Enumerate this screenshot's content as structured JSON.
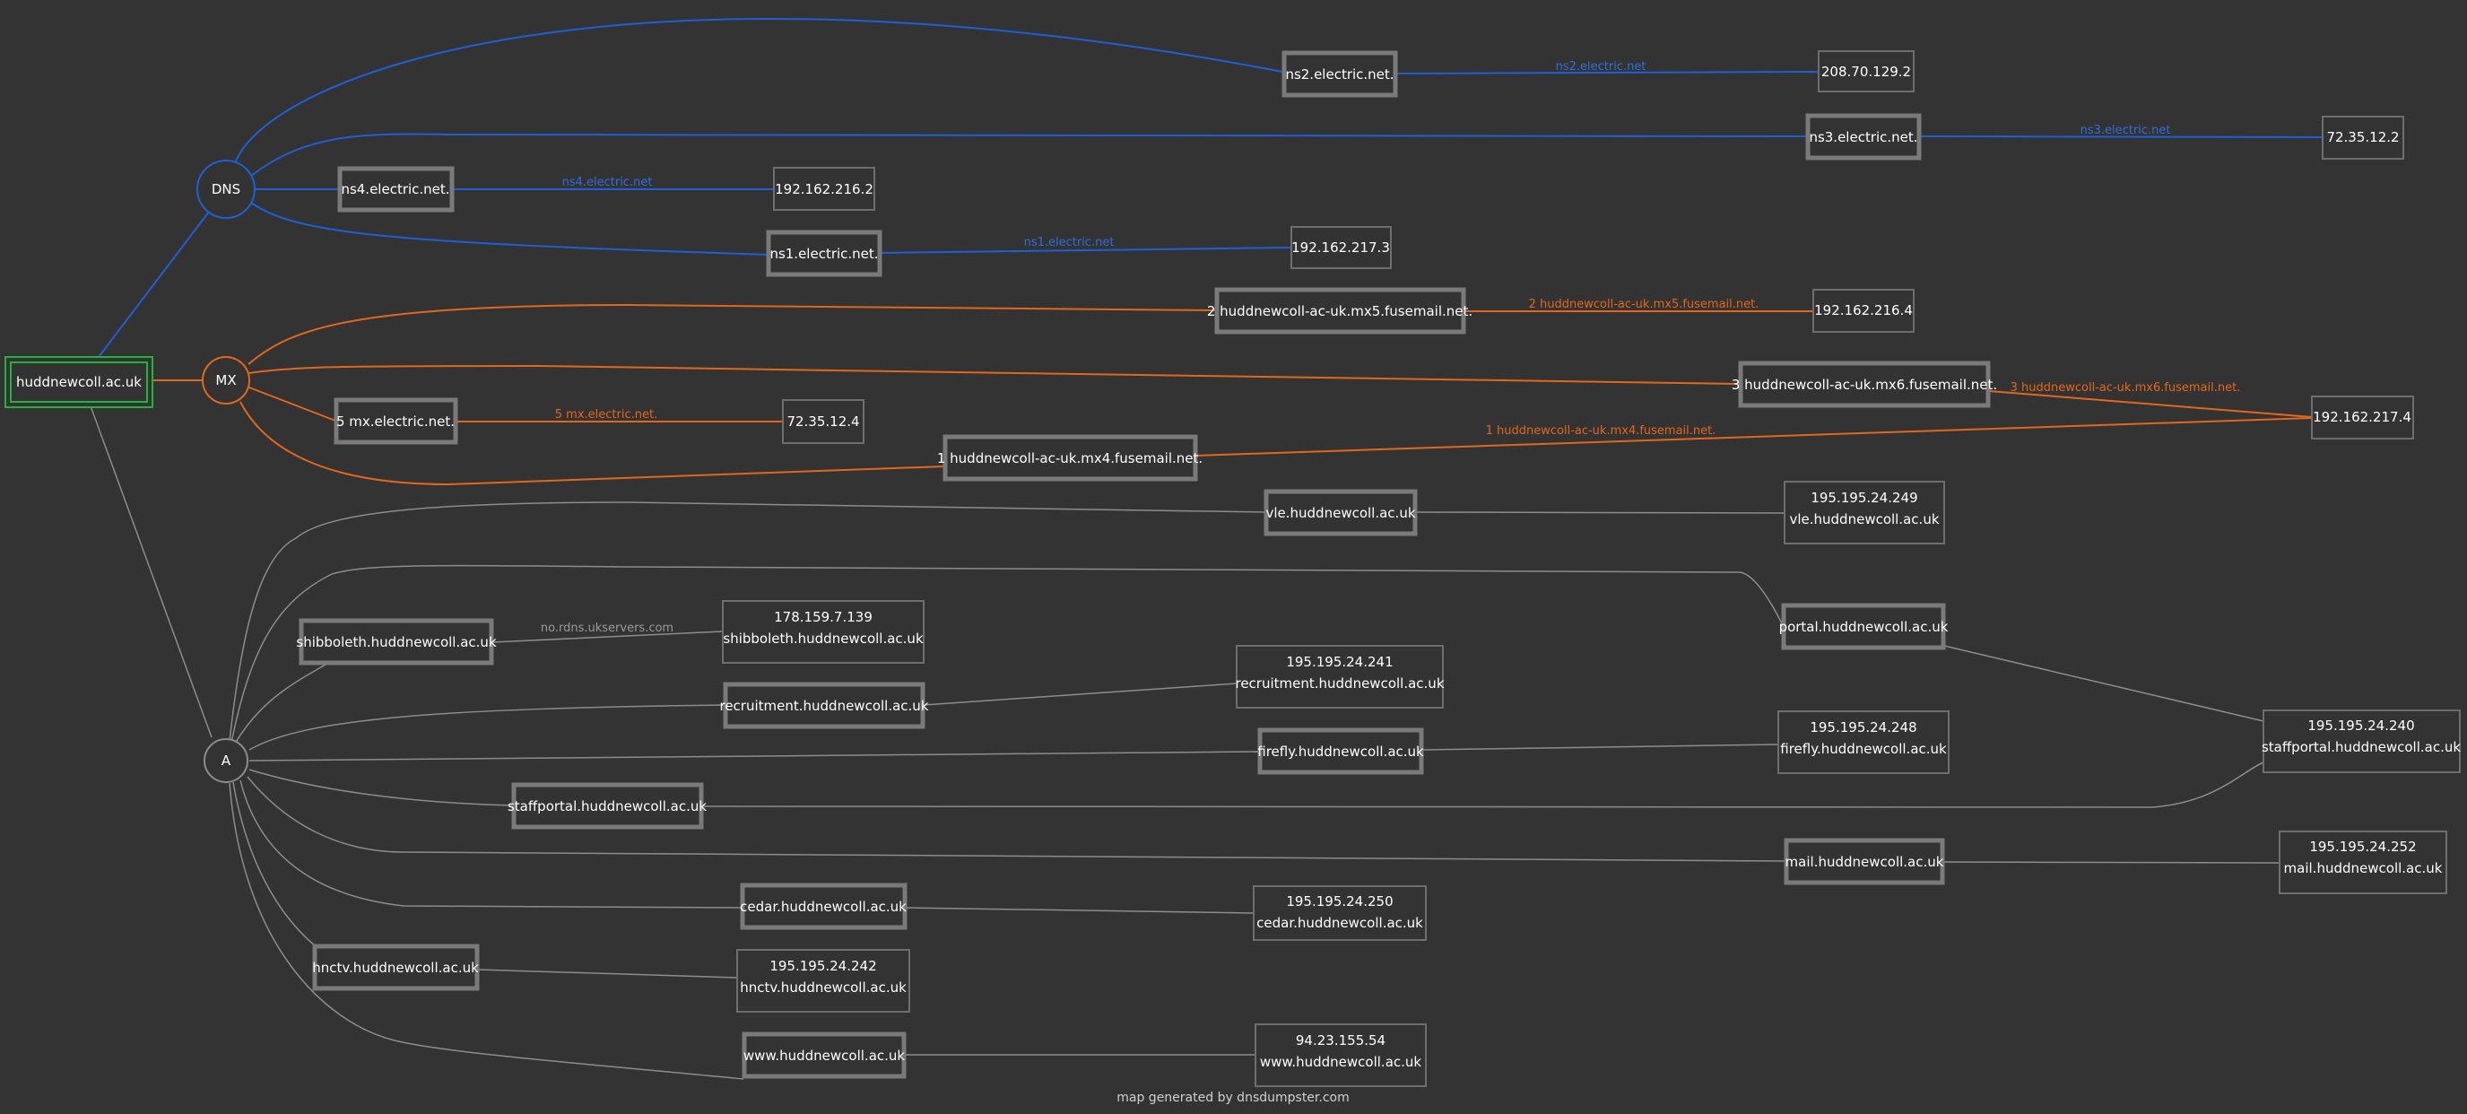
{
  "colors": {
    "background": "#333333",
    "dns": "#1f5fd6",
    "mx": "#e2671c",
    "a": "#8c8c8c",
    "root": "#22b33a",
    "box_border": "#6e6e6e",
    "host_border": "#7a7a7a",
    "label_dns": "#2f6fd8",
    "label_mx": "#e2671c",
    "label_a": "#9a9a9a"
  },
  "root": {
    "label": "huddnewcoll.ac.uk"
  },
  "groups": {
    "dns": "DNS",
    "mx": "MX",
    "a": "A"
  },
  "nodes": {
    "ns2": "ns2.electric.net.",
    "ns3": "ns3.electric.net.",
    "ns4": "ns4.electric.net.",
    "ns1": "ns1.electric.net.",
    "mx5": "2 huddnewcoll-ac-uk.mx5.fusemail.net.",
    "mx6": "3 huddnewcoll-ac-uk.mx6.fusemail.net.",
    "mxe": "5 mx.electric.net.",
    "mx4": "1 huddnewcoll-ac-uk.mx4.fusemail.net.",
    "vle": "vle.huddnewcoll.ac.uk",
    "portal": "portal.huddnewcoll.ac.uk",
    "shib": "shibboleth.huddnewcoll.ac.uk",
    "recruit": "recruitment.huddnewcoll.ac.uk",
    "firefly": "firefly.huddnewcoll.ac.uk",
    "staffportal": "staffportal.huddnewcoll.ac.uk",
    "mail": "mail.huddnewcoll.ac.uk",
    "cedar": "cedar.huddnewcoll.ac.uk",
    "hnctv": "hnctv.huddnewcoll.ac.uk",
    "www": "www.huddnewcoll.ac.uk"
  },
  "ips": {
    "ns2": [
      "208.70.129.2"
    ],
    "ns3": [
      "72.35.12.2"
    ],
    "ns4": [
      "192.162.216.2"
    ],
    "ns1": [
      "192.162.217.3"
    ],
    "mx5": [
      "192.162.216.4"
    ],
    "mxe": [
      "72.35.12.4"
    ],
    "mx46": [
      "192.162.217.4"
    ],
    "vle": [
      "195.195.24.249",
      "vle.huddnewcoll.ac.uk"
    ],
    "shib": [
      "178.159.7.139",
      "shibboleth.huddnewcoll.ac.uk"
    ],
    "recruit": [
      "195.195.24.241",
      "recruitment.huddnewcoll.ac.uk"
    ],
    "firefly": [
      "195.195.24.248",
      "firefly.huddnewcoll.ac.uk"
    ],
    "staff": [
      "195.195.24.240",
      "staffportal.huddnewcoll.ac.uk"
    ],
    "mail": [
      "195.195.24.252",
      "mail.huddnewcoll.ac.uk"
    ],
    "cedar": [
      "195.195.24.250",
      "cedar.huddnewcoll.ac.uk"
    ],
    "hnctv": [
      "195.195.24.242",
      "hnctv.huddnewcoll.ac.uk"
    ],
    "www": [
      "94.23.155.54",
      "www.huddnewcoll.ac.uk"
    ]
  },
  "edge_labels": {
    "ns2": "ns2.electric.net",
    "ns3": "ns3.electric.net",
    "ns4": "ns4.electric.net",
    "ns1": "ns1.electric.net",
    "mx5": "2 huddnewcoll-ac-uk.mx5.fusemail.net.",
    "mx6": "3 huddnewcoll-ac-uk.mx6.fusemail.net.",
    "mxe": "5 mx.electric.net.",
    "mx4": "1 huddnewcoll-ac-uk.mx4.fusemail.net.",
    "shib": "no.rdns.ukservers.com"
  },
  "footer": "map generated by dnsdumpster.com"
}
